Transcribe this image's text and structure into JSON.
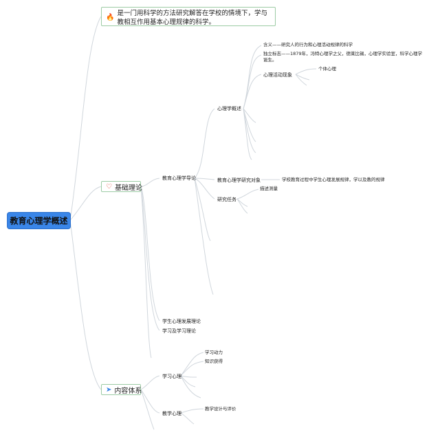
{
  "root": {
    "label": "教育心理学概述"
  },
  "description": {
    "icon": "fire-icon",
    "text": "是一门用科学的方法研究解答在学校的情境下，学与教相互作用基本心理规律的科学。"
  },
  "branches": {
    "basic_theory": {
      "icon": "heart-icon",
      "label": "基础理论"
    },
    "content_system": {
      "icon": "paper-plane-icon",
      "label": "内容体系"
    }
  },
  "nodes": {
    "intro": "教育心理学导论",
    "overview": "心理学概述",
    "definition": "含义——研究人的行为和心理活动规律的科学",
    "independence": "独立标志——1879年，冯特心理学之父，德莱比锡，心理学实验室，科学心理学诞生。",
    "phenomena": "心理活动现象",
    "individual": "个体心理",
    "research_object": "教育心理学研究对象",
    "research_object_desc": "学校教育过程中学生心理发展规律，学以及教的规律",
    "research_task": "研究任务",
    "describe_measure": "描述测量",
    "student_dev": "学生心理发展理论",
    "learning_theory": "学习及学习理论",
    "learning_psych": "学习心理",
    "motivation": "学习动力",
    "knowledge": "知识获得",
    "teaching_psych": "教学心理",
    "design_eval": "教学设计与评价"
  }
}
